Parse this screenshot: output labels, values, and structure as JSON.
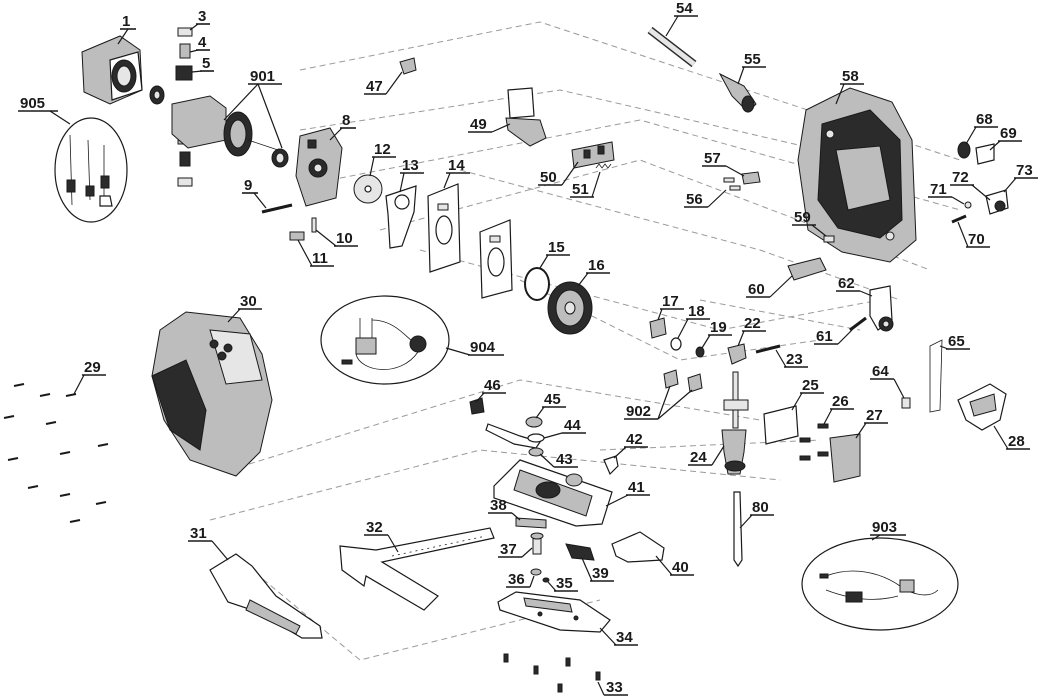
{
  "diagram": {
    "type": "exploded-parts-view",
    "part_numbers": [
      "1",
      "3",
      "4",
      "5",
      "901",
      "905",
      "47",
      "54",
      "55",
      "58",
      "68",
      "69",
      "73",
      "72",
      "71",
      "70",
      "8",
      "9",
      "10",
      "11",
      "12",
      "13",
      "14",
      "49",
      "50",
      "51",
      "57",
      "56",
      "59",
      "60",
      "62",
      "61",
      "15",
      "16",
      "17",
      "18",
      "19",
      "22",
      "23",
      "64",
      "65",
      "28",
      "30",
      "29",
      "904",
      "46",
      "45",
      "44",
      "43",
      "42",
      "902",
      "24",
      "25",
      "26",
      "27",
      "41",
      "38",
      "32",
      "31",
      "37",
      "36",
      "35",
      "39",
      "40",
      "80",
      "34",
      "33",
      "903"
    ]
  }
}
